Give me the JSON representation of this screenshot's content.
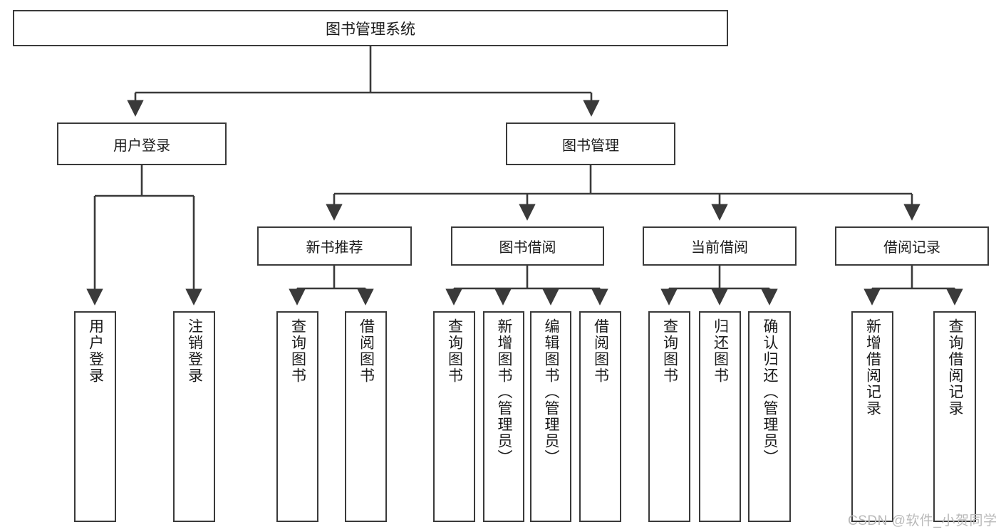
{
  "diagram": {
    "type": "tree-structure-chart",
    "title": "图书管理系统",
    "root": {
      "label": "图书管理系统"
    },
    "level1": [
      {
        "label": "用户登录"
      },
      {
        "label": "图书管理"
      }
    ],
    "level2": [
      {
        "label": "新书推荐"
      },
      {
        "label": "图书借阅"
      },
      {
        "label": "当前借阅"
      },
      {
        "label": "借阅记录"
      }
    ],
    "leaves": {
      "user_login": [
        {
          "label": "用户登录"
        },
        {
          "label": "注销登录"
        }
      ],
      "new_book_recommend": [
        {
          "label": "查询图书"
        },
        {
          "label": "借阅图书"
        }
      ],
      "book_borrow": [
        {
          "label": "查询图书"
        },
        {
          "label": "新增图书（管理员）"
        },
        {
          "label": "编辑图书（管理员）"
        },
        {
          "label": "借阅图书"
        }
      ],
      "current_borrow": [
        {
          "label": "查询图书"
        },
        {
          "label": "归还图书"
        },
        {
          "label": "确认归还（管理员）"
        }
      ],
      "borrow_record": [
        {
          "label": "新增借阅记录"
        },
        {
          "label": "查询借阅记录"
        }
      ]
    }
  },
  "watermark": {
    "text": "CSDN @软件_小贺同学"
  },
  "colors": {
    "border": "#3a3a3a",
    "text": "#1a1a1a",
    "background": "#ffffff",
    "watermark": "#b9b9b9"
  }
}
